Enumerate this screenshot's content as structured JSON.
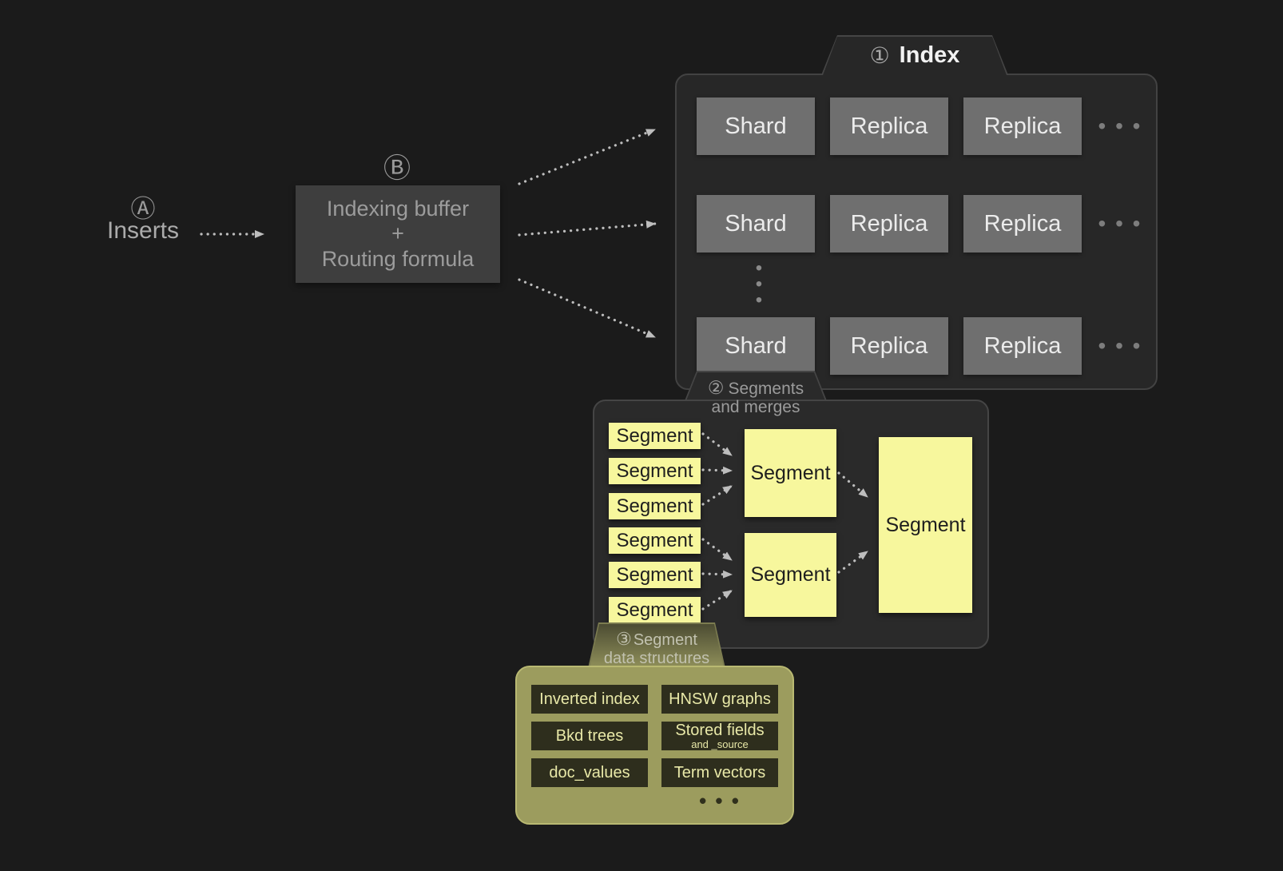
{
  "inserts": {
    "badge": "Ⓐ",
    "label": "Inserts"
  },
  "buffer": {
    "badge": "Ⓑ",
    "lines": [
      "Indexing buffer",
      "+",
      "Routing formula"
    ]
  },
  "index": {
    "badge": "①",
    "title": "Index",
    "rows": [
      {
        "cells": [
          "Shard",
          "Replica",
          "Replica"
        ],
        "more": "• • •"
      },
      {
        "cells": [
          "Shard",
          "Replica",
          "Replica"
        ],
        "more": "• • •"
      },
      {
        "cells": [
          "Shard",
          "Replica",
          "Replica"
        ],
        "more": "• • •"
      }
    ],
    "vertical_dots": "•\n•\n•"
  },
  "segments": {
    "badge": "②",
    "title_line1": "Segments",
    "title_line2": "and merges",
    "sources": [
      "Segment",
      "Segment",
      "Segment",
      "Segment",
      "Segment",
      "Segment"
    ],
    "merged": [
      "Segment",
      "Segment"
    ],
    "final": "Segment"
  },
  "structures": {
    "badge": "③",
    "title_line1": "Segment",
    "title_line2": "data structures",
    "items": [
      {
        "label": "Inverted index",
        "sub": ""
      },
      {
        "label": "HNSW graphs",
        "sub": ""
      },
      {
        "label": "Bkd trees",
        "sub": ""
      },
      {
        "label": "Stored fields",
        "sub": "and _source"
      },
      {
        "label": "doc_values",
        "sub": ""
      },
      {
        "label": "Term vectors",
        "sub": ""
      }
    ],
    "more": "• • •"
  },
  "colors": {
    "background": "#1b1b1b",
    "panel": "#272727",
    "panel_border": "#424242",
    "cell_gray": "#6f6f6f",
    "segment_yellow": "#f7f79d",
    "structures_olive": "#9c9c5e",
    "structure_box": "#2e2e1d",
    "structure_text": "#e9e9a8",
    "arrow": "#bdbdbd"
  }
}
